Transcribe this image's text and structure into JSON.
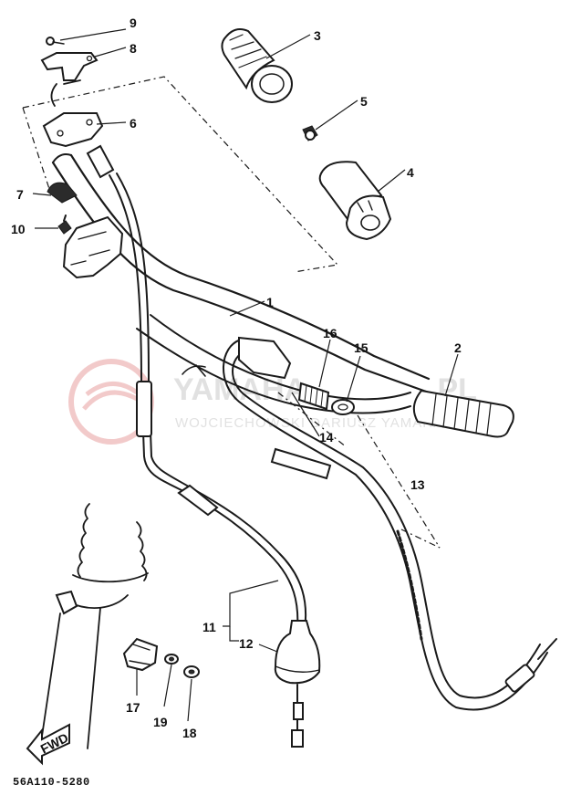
{
  "diagram": {
    "callouts": {
      "c1": "1",
      "c2": "2",
      "c3": "3",
      "c4": "4",
      "c5": "5",
      "c6": "6",
      "c7": "7",
      "c8": "8",
      "c9": "9",
      "c10": "10",
      "c11": "11",
      "c12": "12",
      "c13": "13",
      "c14": "14",
      "c15": "15",
      "c16": "16",
      "c17": "17",
      "c18": "18",
      "c19": "19"
    },
    "fwd_label": "FWD",
    "diagram_code": "56A110-5280"
  },
  "watermark": {
    "brand": "YAMAHA",
    "domain": ".PL",
    "tagline": "WOJCIECHOWSKI DARIUSZ YAMAHA"
  },
  "colors": {
    "ink": "#1a1a1a",
    "watermark_red": "#e8a0a0",
    "watermark_gray": "#c9c9c9"
  }
}
